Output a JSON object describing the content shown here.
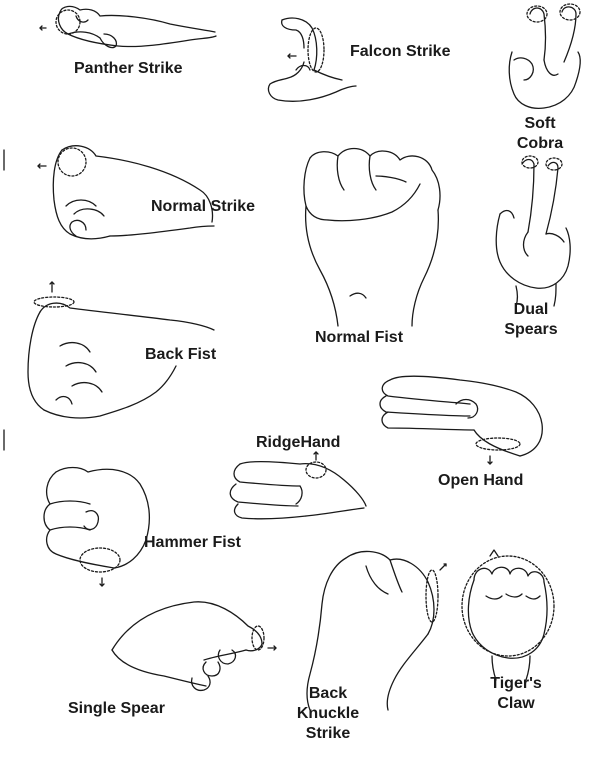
{
  "labels": {
    "panther_strike": "Panther Strike",
    "falcon_strike": "Falcon Strike",
    "soft_cobra_line1": "Soft",
    "soft_cobra_line2": "Cobra",
    "normal_strike": "Normal Strike",
    "dual_spears_line1": "Dual",
    "dual_spears_line2": "Spears",
    "normal_fist": "Normal Fist",
    "back_fist": "Back Fist",
    "ridgehand": "RidgeHand",
    "open_hand": "Open Hand",
    "hammer_fist": "Hammer Fist",
    "single_spear": "Single Spear",
    "back_knuckle_line1": "Back",
    "back_knuckle_line2": "Knuckle",
    "back_knuckle_line3": "Strike",
    "tigers_claw_line1": "Tiger's",
    "tigers_claw_line2": "Claw"
  },
  "colors": {
    "ink": "#1a1a1a",
    "background": "#ffffff"
  }
}
